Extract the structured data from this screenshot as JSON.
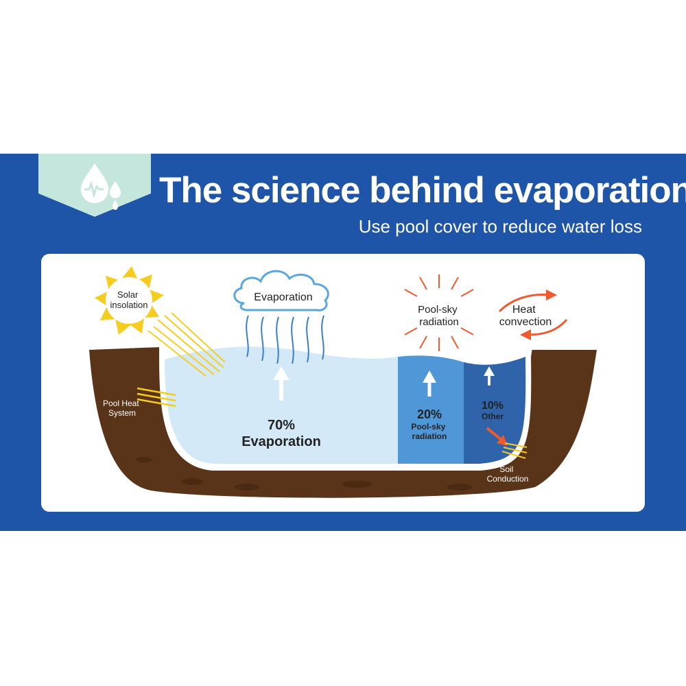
{
  "header": {
    "title": "The science behind evaporation",
    "subtitle": "Use pool cover to reduce water loss",
    "badge_icon": "water-drops-icon"
  },
  "colors": {
    "banner": "#1f55a8",
    "badge": "#c5e6dc",
    "soil": "#5a3419",
    "water_light": "#d3e9f8",
    "water_mid": "#4f97d6",
    "water_dark": "#2f64aa",
    "sun": "#f6cc1f",
    "heat_arrow": "#ef5a30"
  },
  "diagram": {
    "sun_label": [
      "Solar",
      "insolation"
    ],
    "cloud_label": "Evaporation",
    "pool_heat_label": [
      "Pool Heat",
      "System"
    ],
    "pool_sky_label": [
      "Pool-sky",
      "radiation"
    ],
    "heat_convection_label": [
      "Heat",
      "convection"
    ],
    "soil_label": [
      "Soil",
      "Conduction"
    ],
    "segments": [
      {
        "percent": "70%",
        "name": [
          "Evaporation"
        ],
        "share": 70
      },
      {
        "percent": "20%",
        "name": [
          "Pool-sky",
          "radiation"
        ],
        "share": 20
      },
      {
        "percent": "10%",
        "name": [
          "Other"
        ],
        "share": 10
      }
    ]
  }
}
